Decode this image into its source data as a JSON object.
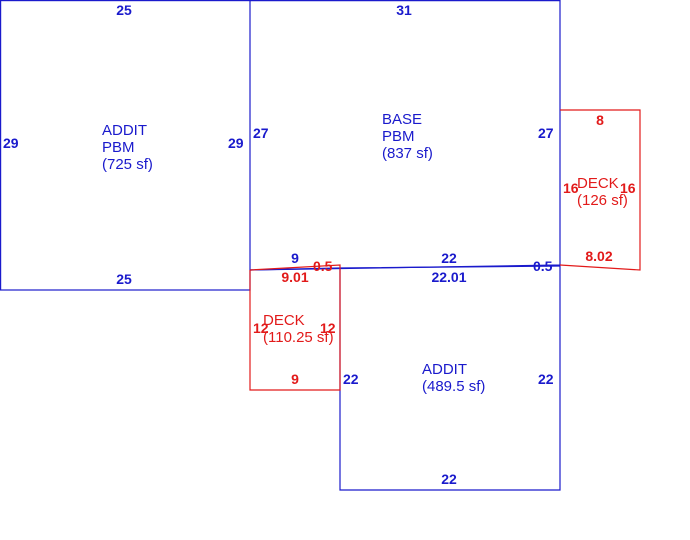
{
  "colors": {
    "living": "#1a1acc",
    "deck": "#e21a1a"
  },
  "areas": {
    "addit_pbm": {
      "line1": "ADDIT",
      "line2": "PBM",
      "line3": "(725 sf)"
    },
    "base_pbm": {
      "line1": "BASE",
      "line2": "PBM",
      "line3": "(837 sf)"
    },
    "deck_right": {
      "line1": "DECK",
      "line2": "(126 sf)"
    },
    "deck_left": {
      "line1": "DECK",
      "line2": "(110.25 sf)"
    },
    "addit_lower": {
      "line1": "ADDIT",
      "line2": "(489.5 sf)"
    }
  },
  "dimensions": {
    "addit_pbm_top": "25",
    "addit_pbm_bottom": "25",
    "addit_pbm_left": "29",
    "addit_pbm_right": "29",
    "base_top": "31",
    "base_left": "27",
    "base_right": "27",
    "base_bottom_left": "9",
    "base_bottom_right": "22",
    "base_step": "0.5",
    "deck_right_top": "8",
    "deck_right_left": "16",
    "deck_right_right": "16",
    "deck_right_bottom": "8.02",
    "deck_left_top": "9.01",
    "deck_left_step": "0.5",
    "deck_left_left": "12",
    "deck_left_right": "12",
    "deck_left_bottom": "9",
    "addit_lower_top": "22.01",
    "addit_lower_step": "0.5",
    "addit_lower_left": "22",
    "addit_lower_right": "22",
    "addit_lower_bottom": "22"
  }
}
